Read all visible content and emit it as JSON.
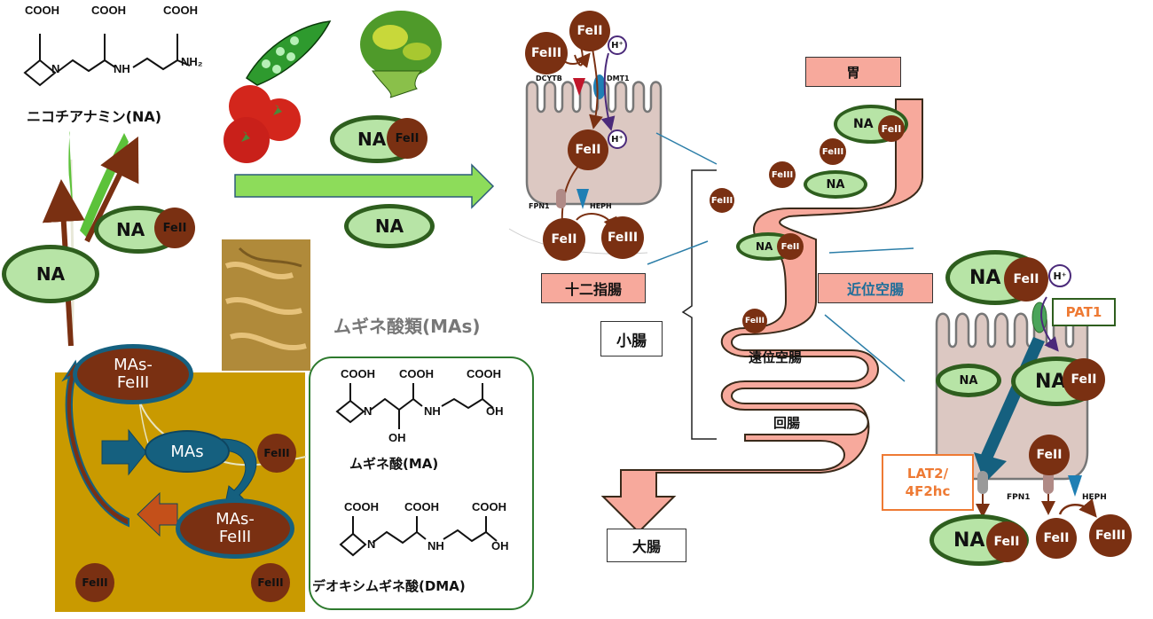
{
  "colors": {
    "na_fill": "#b7e4a6",
    "na_stroke": "#2e5e1e",
    "iron": "#7a3012",
    "intestine": "#f7a99c",
    "cell": "#dcc8c2",
    "soil": "#c99a00",
    "blue_arrow": "#15607f",
    "orange_arrow": "#c4501a",
    "green_arrow": "#8ddc5a",
    "pat_label": "#ee7a34",
    "jejunum_label": "#1d6e9a"
  },
  "plant": {
    "na_structure": {
      "groups": [
        "COOH",
        "COOH",
        "COOH"
      ],
      "atoms": [
        "N",
        "NH",
        "NH₂"
      ],
      "name": "ニコチアナミン(NA)"
    },
    "na_oval": "NA",
    "na_fe_complex": {
      "ligand": "NA",
      "metal": "FeII"
    }
  },
  "foods": {
    "items": [
      "pea-pod",
      "broccoli",
      "tomatoes"
    ],
    "complex": {
      "ligand": "NA",
      "metal": "FeII"
    },
    "free_na": "NA"
  },
  "mas": {
    "title": "ムギネ酸類(MAs)",
    "ma": {
      "groups": [
        "COOH",
        "COOH",
        "COOH"
      ],
      "atoms": [
        "N",
        "NH",
        "OH",
        "OH"
      ],
      "name": "ムギネ酸(MA)"
    },
    "dma": {
      "groups": [
        "COOH",
        "COOH",
        "COOH"
      ],
      "atoms": [
        "N",
        "NH",
        "OH"
      ],
      "name": "デオキシムギネ酸(DMA)"
    }
  },
  "soil": {
    "mas_fe_top": [
      "MAs-",
      "FeIII"
    ],
    "mas": "MAs",
    "mas_fe_bottom": [
      "MAs-",
      "FeIII"
    ],
    "iron_labels": [
      "FeIII",
      "FeIII",
      "FeIII"
    ]
  },
  "duodenum_cell": {
    "feIII_top": "FeIII",
    "feII_top": "FeII",
    "proton": "H⁺",
    "dcytb": "DCYTB",
    "dmt1": "DMT1",
    "feII_inside": "FeII",
    "proton_inside": "H⁺",
    "fpn1": "FPN1",
    "heph": "HEPH",
    "feII_out": "FeII",
    "feIII_out": "FeIII"
  },
  "gi_tract": {
    "stomach": "胃",
    "duodenum": "十二指腸",
    "small_intestine": "小腸",
    "proximal_jejunum": "近位空腸",
    "distal_jejunum": "遠位空腸",
    "ileum": "回腸",
    "large_intestine": "大腸",
    "stomach_complex": {
      "ligand": "NA",
      "metal": "FeII"
    },
    "stomach_feIII": "FeIII",
    "stomach_na": "NA",
    "duodenum_feIII_a": "FeIII",
    "duodenum_feIII_b": "FeIII",
    "jejunum_complex": {
      "ligand": "NA",
      "metal": "FeII"
    },
    "distal_feIII": "FeIII"
  },
  "jejunum_cell": {
    "complex_in": {
      "ligand": "NA",
      "metal": "FeII"
    },
    "proton": "H⁺",
    "pat1": "PAT1",
    "free_na": "NA",
    "complex_inside": {
      "ligand": "NA",
      "metal": "FeII"
    },
    "lat2": [
      "LAT2/",
      "4F2hc"
    ],
    "feII_inside": "FeII",
    "fpn1": "FPN1",
    "heph": "HEPH",
    "complex_out": {
      "ligand": "NA",
      "metal": "FeII"
    },
    "feII_out": "FeII",
    "feIII_out": "FeIII"
  }
}
